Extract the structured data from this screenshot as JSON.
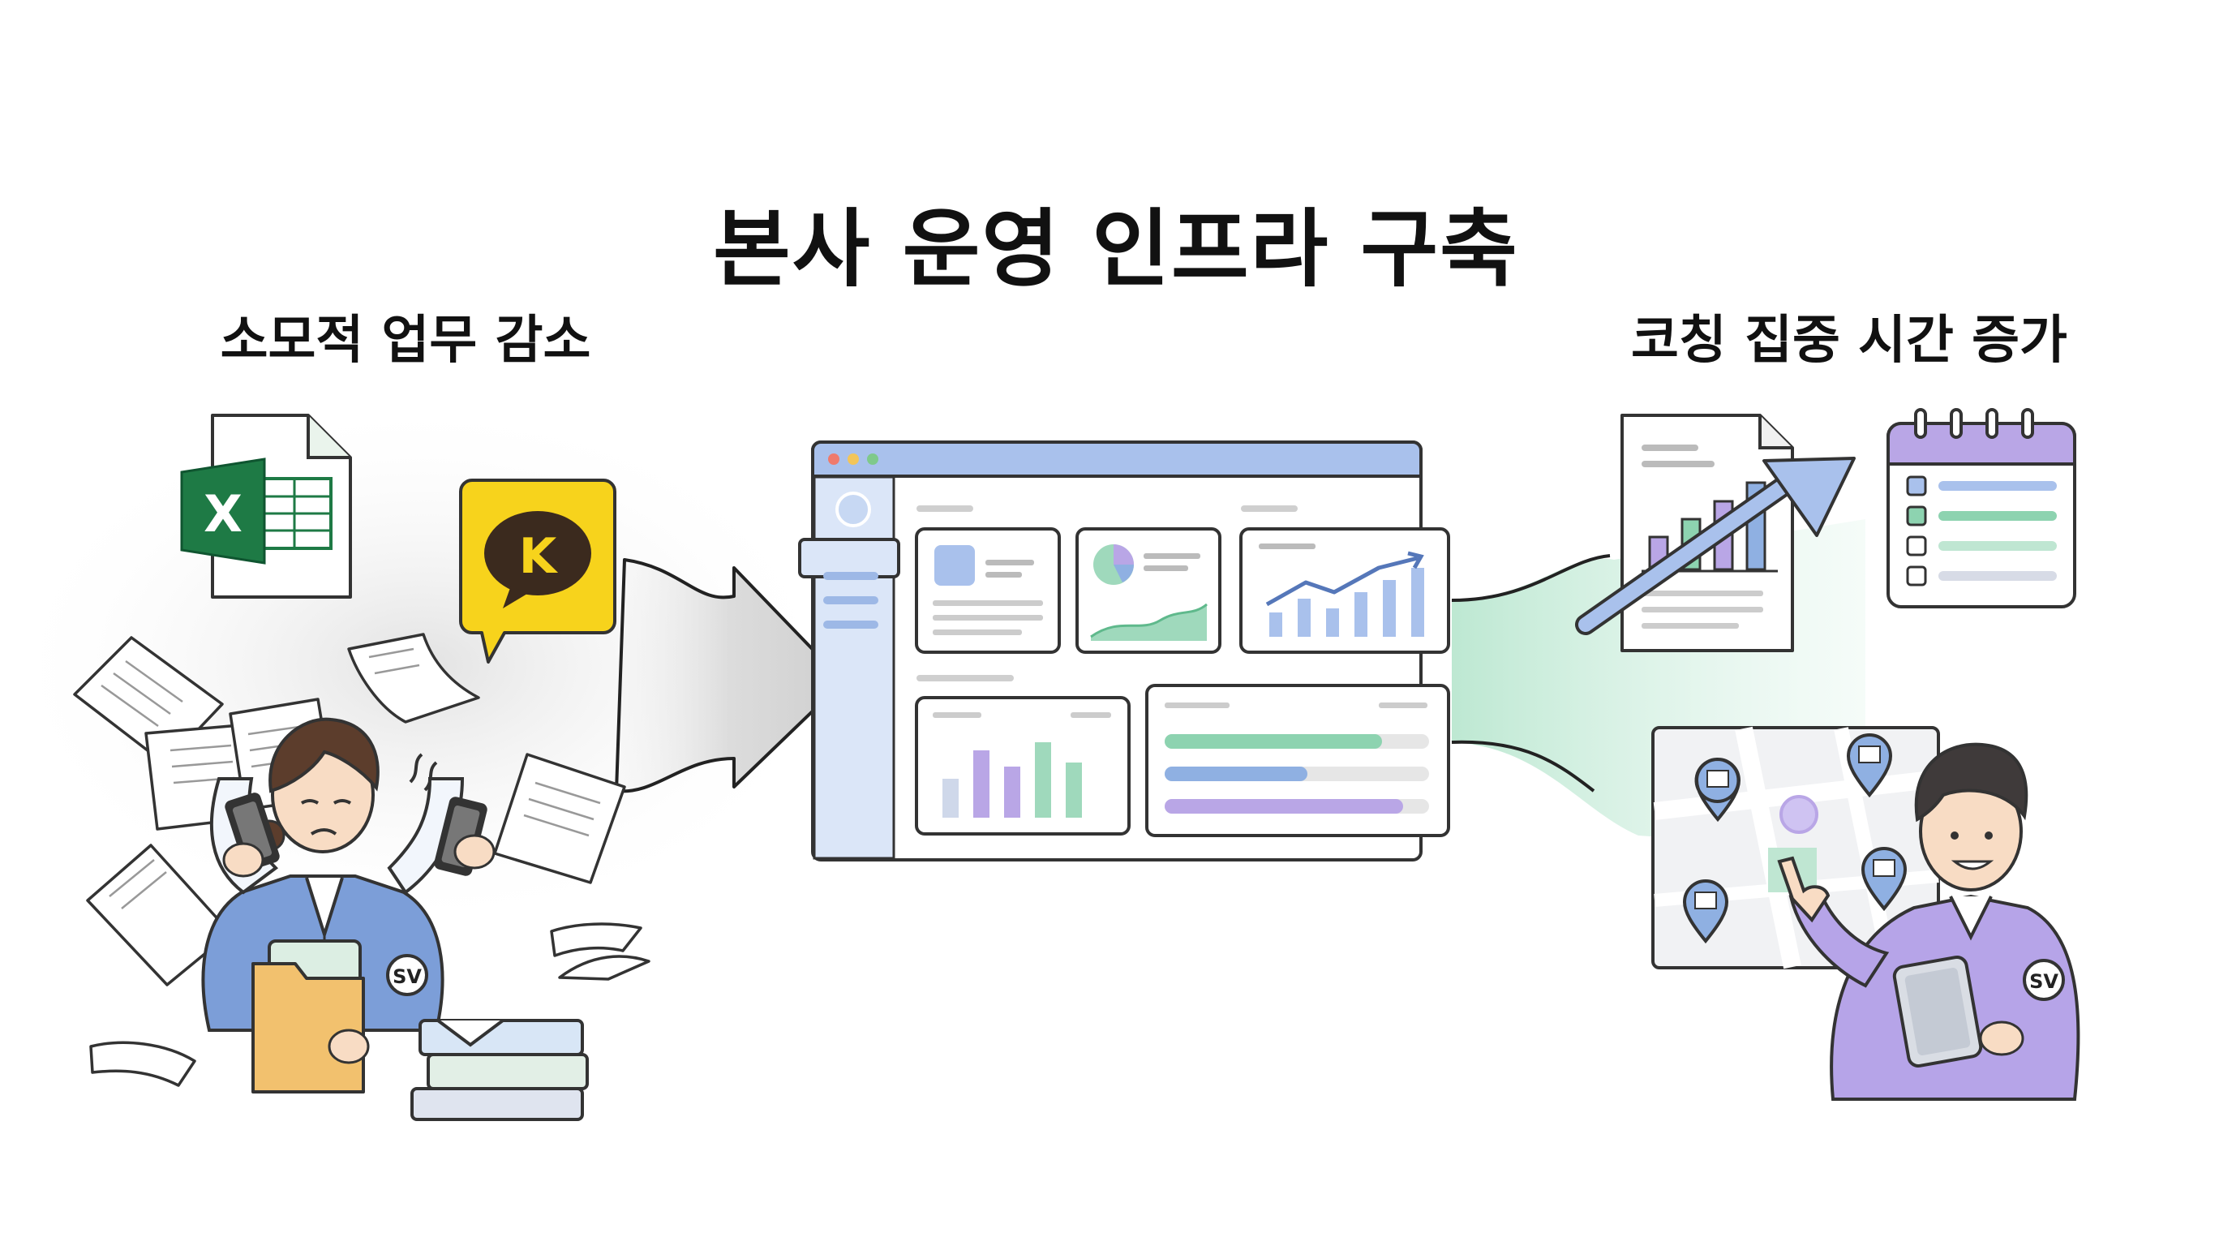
{
  "title": "본사 운영 인프라 구축",
  "left": {
    "heading": "소모적 업무 감소",
    "excel_letter": "X",
    "kakao_letter": "K",
    "badge": "SV"
  },
  "right": {
    "heading": "코칭 집중 시간 증가",
    "badge": "SV"
  },
  "colors": {
    "excel_green": "#1e7a45",
    "kakao_yellow": "#f7d31c",
    "dashboard_blue": "#8fb0e2",
    "accent_green": "#8dd3b0",
    "accent_purple": "#b9a6e6",
    "vest_blue": "#7c9ed8",
    "sweater_purple": "#b6a4e8"
  }
}
